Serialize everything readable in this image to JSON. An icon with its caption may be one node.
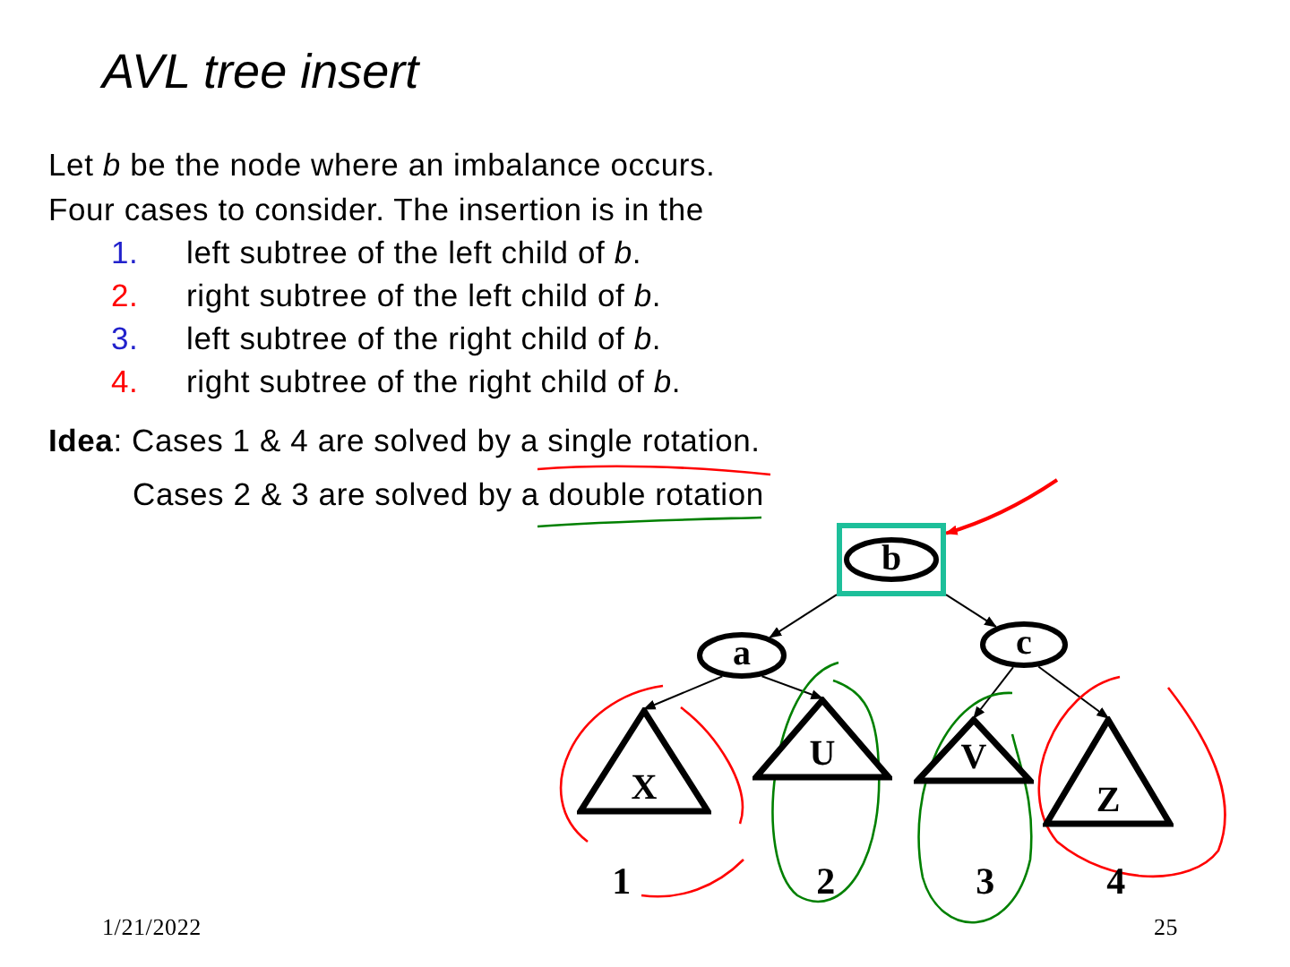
{
  "diagram": {
    "title": "AVL tree insert",
    "nodes": [
      {
        "text": [
          "b"
        ]
      },
      {
        "text": [
          "a"
        ]
      },
      {
        "text": [
          "c"
        ]
      },
      {
        "text": [
          "X"
        ]
      },
      {
        "text": [
          "U"
        ]
      },
      {
        "text": [
          "V"
        ]
      },
      {
        "text": [
          "Z"
        ]
      }
    ],
    "edges": [
      {
        "from": 0,
        "to": 1,
        "arrow": "to"
      },
      {
        "from": 0,
        "to": 2,
        "arrow": "to"
      },
      {
        "from": 1,
        "to": 3,
        "arrow": "to"
      },
      {
        "from": 1,
        "to": 4,
        "arrow": "to"
      },
      {
        "from": 2,
        "to": 5,
        "arrow": "to"
      },
      {
        "from": 2,
        "to": 6,
        "arrow": "to"
      },
      {
        "from": null,
        "to": 0,
        "arrow": "to",
        "color": "#ff0000"
      }
    ],
    "labels": [
      "Let *b* be the node where an imbalance occurs.",
      "Four cases to consider.  The insertion is in the",
      "1.",
      "left subtree of the left child of *b*.",
      "2.",
      "right subtree of the left child of *b*.",
      "3.",
      "left subtree of the right child of *b*.",
      "4.",
      "right subtree of the right child of *b*.",
      "**Idea**: Cases 1 & 4 are solved by a single rotation.",
      "Cases 2 & 3 are solved by a double rotation",
      "1",
      "2",
      "3",
      "4",
      "1/21/2022",
      "25"
    ]
  }
}
